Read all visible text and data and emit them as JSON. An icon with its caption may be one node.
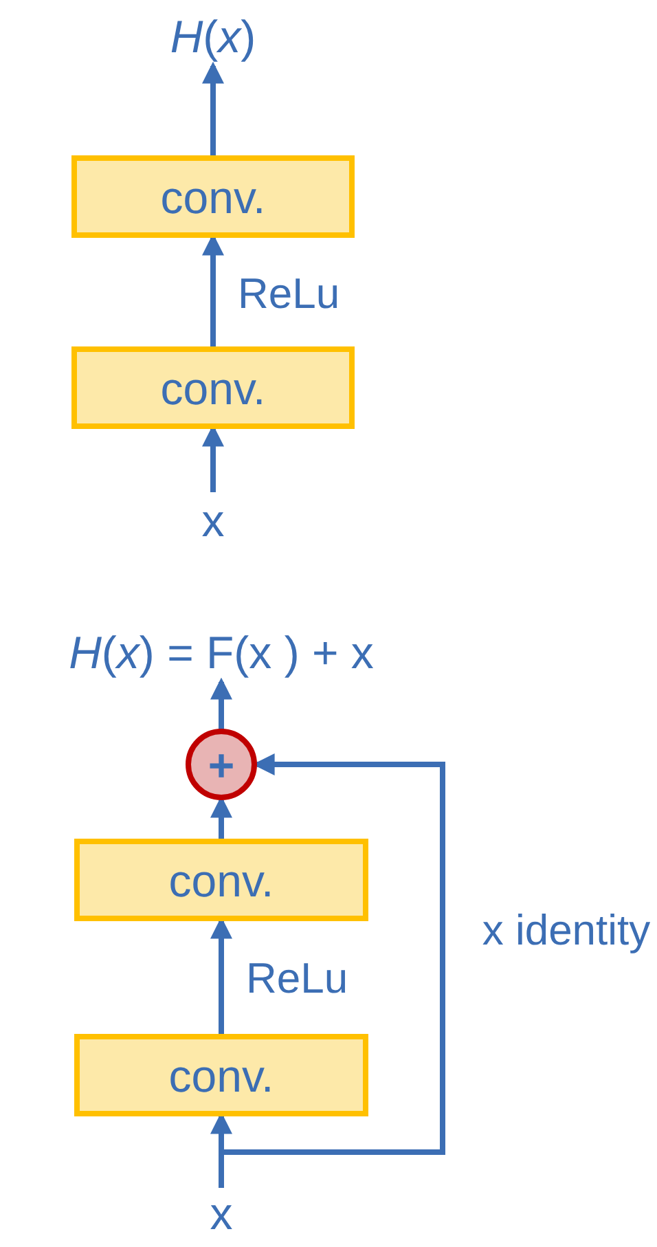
{
  "diagram": {
    "nodes": [
      {
        "text": [
          "*H*(*x*)"
        ]
      },
      {
        "text": [
          "conv."
        ]
      },
      {
        "text": [
          "conv."
        ]
      },
      {
        "text": [
          "x"
        ]
      },
      {
        "text": [
          "*H*(*x*) = F(x ) + x"
        ]
      },
      {
        "text": [
          "+"
        ]
      },
      {
        "text": [
          "conv."
        ]
      },
      {
        "text": [
          "conv."
        ]
      },
      {
        "text": [
          "x"
        ]
      }
    ],
    "edges": [
      {
        "from": 3,
        "to": 2,
        "arrow": "to"
      },
      {
        "from": 2,
        "to": 1,
        "arrow": "to",
        "label": "ReLu"
      },
      {
        "from": 1,
        "to": 0,
        "arrow": "to"
      },
      {
        "from": 8,
        "to": 7,
        "arrow": "to"
      },
      {
        "from": 7,
        "to": 6,
        "arrow": "to",
        "label": "ReLu"
      },
      {
        "from": 6,
        "to": 5,
        "arrow": "to"
      },
      {
        "from": 5,
        "to": 4,
        "arrow": "to"
      },
      {
        "from": 8,
        "to": 5,
        "arrow": "to",
        "label": "x identity"
      }
    ]
  }
}
